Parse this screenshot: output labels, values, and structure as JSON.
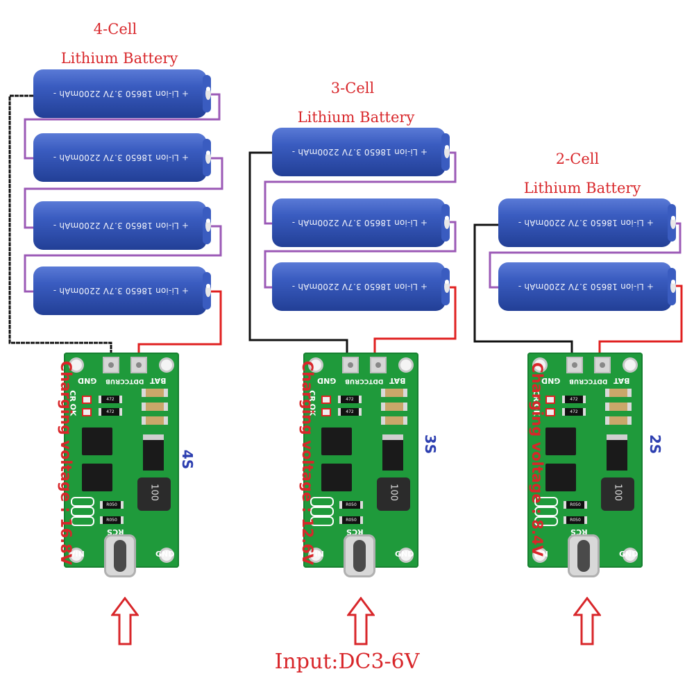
{
  "colors": {
    "title": "#d8262a",
    "battery": "#3153b3",
    "wire_black": "#111111",
    "wire_purple": "#9b59b6",
    "wire_red": "#e02020",
    "board": "#1f9a3b",
    "series": "#2d3fb0"
  },
  "cell_label": "+ Li-ion 18650 3.7V 2200mAh -",
  "groups": [
    {
      "title_line1": "4-Cell",
      "title_line2": "Lithium Battery",
      "series_label": "4S",
      "charging_label": "Charging voltage : 16.8V"
    },
    {
      "title_line1": "3-Cell",
      "title_line2": "Lithium Battery",
      "series_label": "3S",
      "charging_label": "Charging voltage : 12.6V"
    },
    {
      "title_line1": "2-Cell",
      "title_line2": "Lithium Battery",
      "series_label": "2S",
      "charging_label": "Charging voltage : 8.4V"
    }
  ],
  "board": {
    "gnd_top": "GND",
    "bat": "BAT",
    "model": "DDTCCRUB",
    "ok": "OK",
    "cr": "CR",
    "r1": "472",
    "r2": "472",
    "rcs": "RCS",
    "r050": "R050",
    "inductor": "100",
    "vin": "VIN",
    "gnd_bottom": "GND"
  },
  "input_label": "Input:DC3-6V"
}
